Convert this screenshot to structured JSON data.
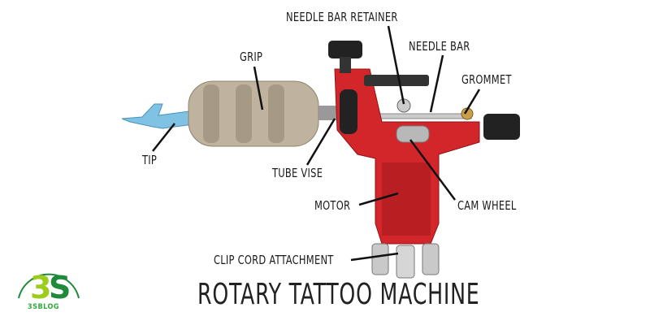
{
  "title": "ROTARY TATTOO MACHINE",
  "labels": {
    "needle_bar_retainer": "NEEDLE BAR RETAINER",
    "needle_bar": "NEEDLE BAR",
    "grommet": "GROMMET",
    "grip": "GRIP",
    "tip": "TIP",
    "tube_vise": "TUBE VISE",
    "motor": "MOTOR",
    "cam_wheel": "CAM WHEEL",
    "clip_cord_attachment": "CLIP CORD ATTACHMENT"
  },
  "logo": {
    "mark": "3S",
    "text": "3SBLOG"
  },
  "colors": {
    "body": "#d3262a",
    "grip": "#b9aa94",
    "tip": "#79bde0",
    "logo_green": "#1e8a3a",
    "logo_lime": "#9ccc1c"
  }
}
